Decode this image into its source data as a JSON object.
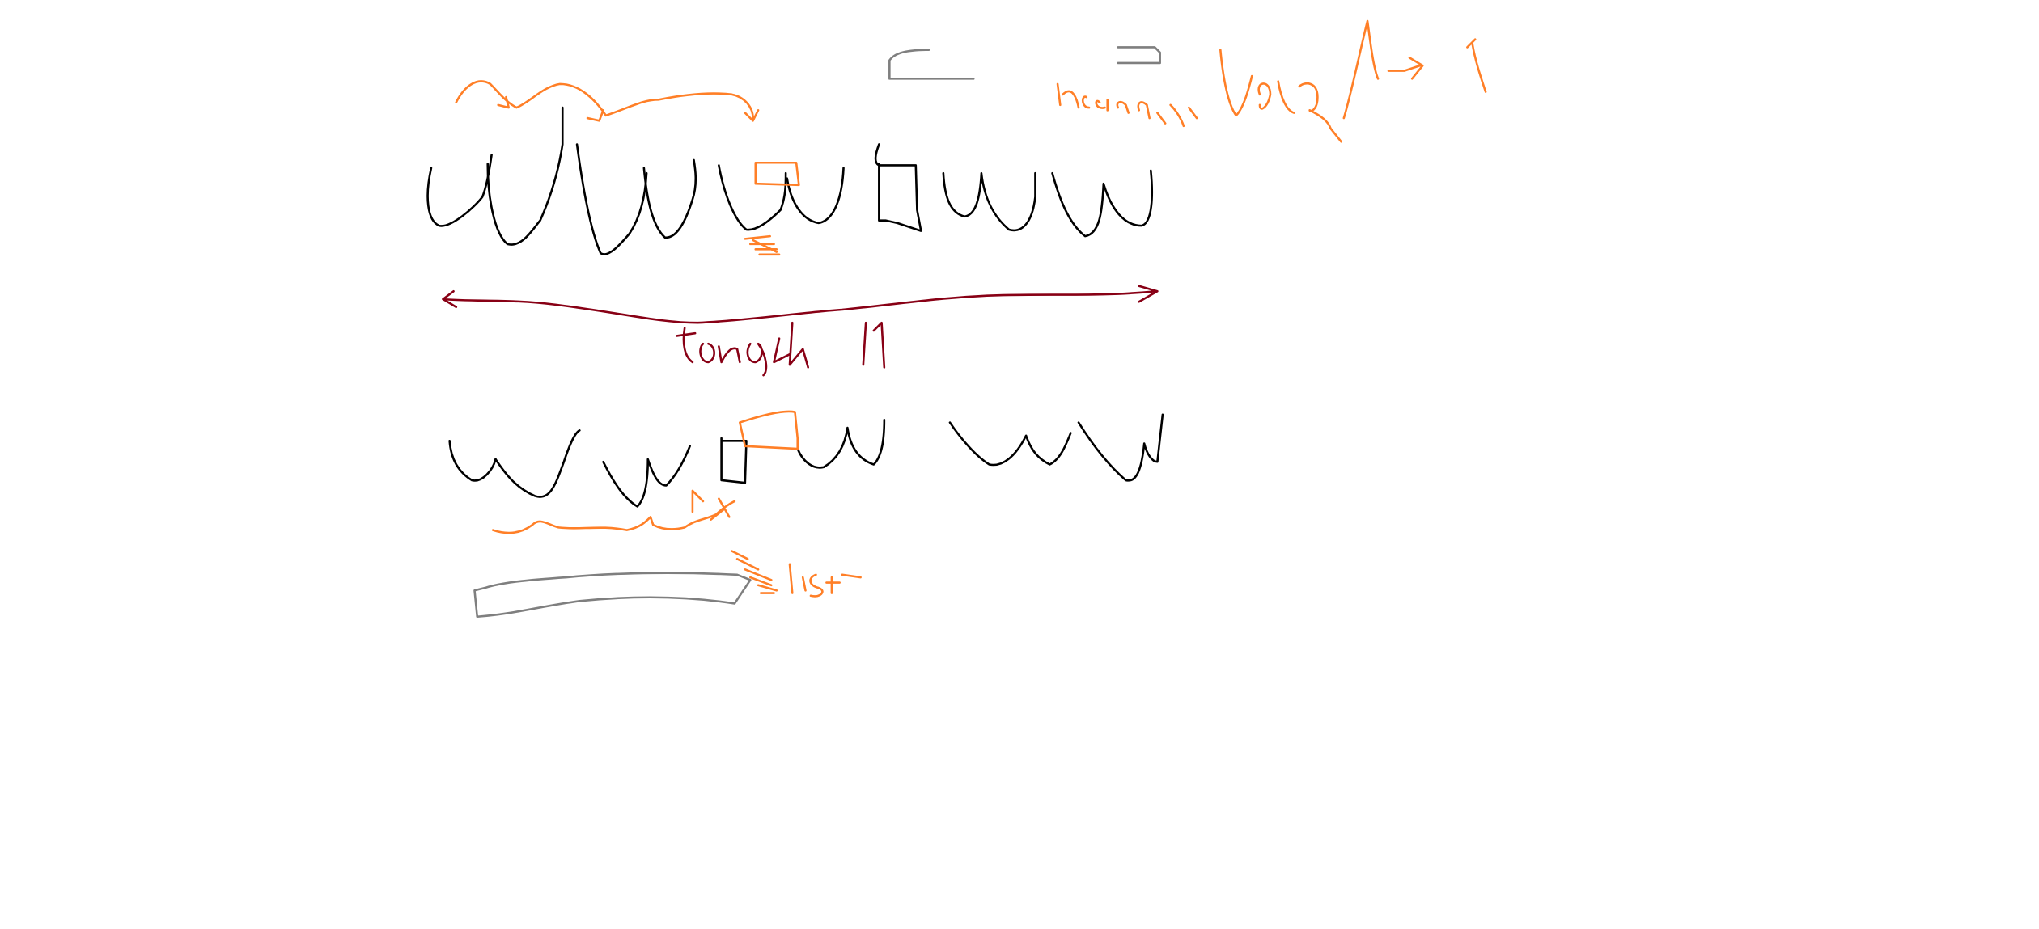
{
  "colors": {
    "background": "#ffffff",
    "black_ink": "#000000",
    "orange_ink": "#ff7f27",
    "dark_red_ink": "#880015",
    "gray_ink": "#7f7f7f"
  },
  "tools": {
    "current_tool": "pencil"
  },
  "annotations": {
    "length_label": "length 11",
    "window_label": "remaining length -> 1",
    "list_label": "list"
  }
}
